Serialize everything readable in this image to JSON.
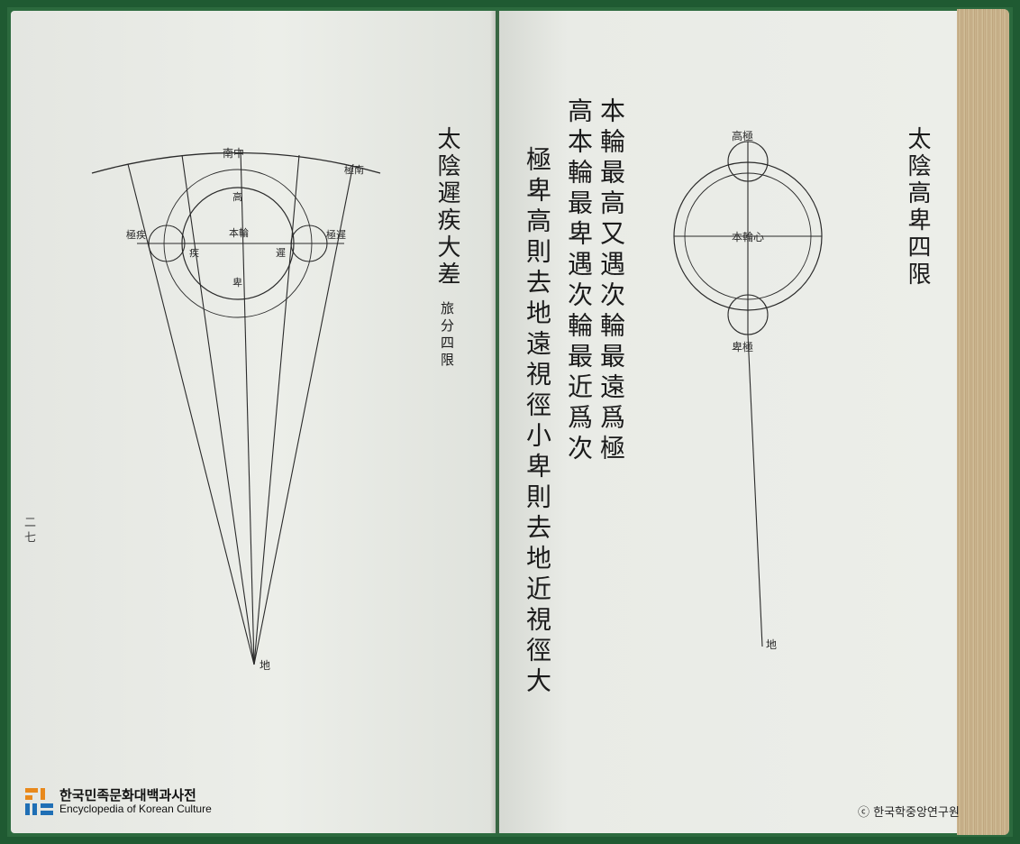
{
  "left_page": {
    "page_number": "二七",
    "title": "太陰遲疾大差",
    "subtitle": "旅分四限",
    "diagram_labels": {
      "top_arc_center": "南中",
      "top_arc_right": "極南",
      "left_small_circle": "極疾",
      "right_small_circle": "極遲",
      "inner_left": "疾",
      "inner_right": "遲",
      "center": "本輪",
      "inner_top": "高",
      "inner_bottom": "卑",
      "bottom_point": "地"
    }
  },
  "right_page": {
    "title": "太陰高卑四限",
    "body_columns": [
      "本輪最高又遇次輪最遠爲極",
      "高本輪最卑遇次輪最近爲次",
      "極卑高則去地遠視徑小卑則去地近視徑大"
    ],
    "diagram_labels": {
      "top": "高極",
      "center": "本輪心",
      "bottom": "卑極",
      "earth": "地"
    }
  },
  "watermark": {
    "logo_korean": "한국민족문화대백과사전",
    "logo_english": "Encyclopedia of Korean Culture",
    "credit": "ⓒ 한국학중앙연구원"
  },
  "colors": {
    "background": "#1f5a32",
    "paper": "#eceee9",
    "ink": "#1b1b1b",
    "logo_orange": "#e8891c",
    "logo_blue": "#1f6fb5"
  }
}
